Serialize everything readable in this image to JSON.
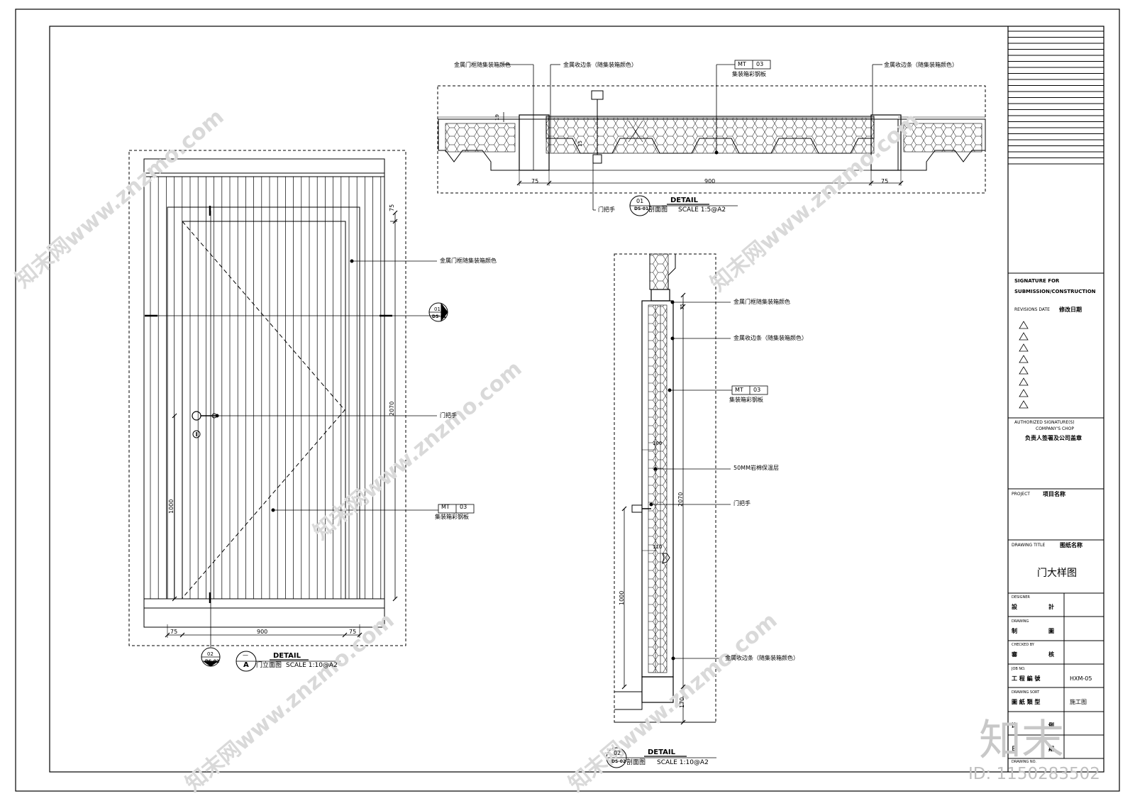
{
  "door_elevation": {
    "callout_metal_frame": "金属门框随集装箱颜色",
    "callout_handle": "门把手",
    "mt_tag": "MT",
    "mt_num": "03",
    "callout_panel": "集装箱彩钢板",
    "dims": {
      "top_offset": "75",
      "height": "2070",
      "handle_height": "1000",
      "left": "75",
      "width": "900",
      "right": "75"
    },
    "section_mark_1": {
      "num": "01",
      "ref": "DS-01"
    },
    "section_mark_2": {
      "num": "02",
      "ref": "DS-02"
    },
    "title_word": "DETAIL",
    "title_bubble_top": "—",
    "title_bubble_bottom": "A",
    "title_name": "门立面图",
    "title_scale": "SCALE 1:10@A2"
  },
  "plan_section": {
    "callout_metal_frame": "金属门框随集装箱颜色",
    "callout_trim_left": "金属收边条（随集装箱颜色）",
    "mt_tag": "MT",
    "mt_num": "03",
    "callout_panel": "集装箱彩钢板",
    "callout_trim_right": "金属收边条（随集装箱颜色）",
    "callout_handle": "门把手",
    "dims": {
      "left": "75",
      "width": "900",
      "right": "75",
      "thick_a": "19",
      "thick_b": "15"
    },
    "title_word": "DETAIL",
    "title_bubble_top": "01",
    "title_bubble_bottom": "DS-01",
    "title_name": "剖面图",
    "title_scale": "SCALE 1:5@A2"
  },
  "vertical_section": {
    "callout_metal_frame": "金属门框随集装箱颜色",
    "callout_trim_top": "金属收边条（随集装箱颜色）",
    "mt_tag": "MT",
    "mt_num": "03",
    "callout_panel": "集装箱彩钢板",
    "callout_insulation": "50MM岩棉保温层",
    "callout_handle": "门把手",
    "callout_trim_bottom": "金属收边条（随集装箱颜色）",
    "dims": {
      "top": "75",
      "height": "2070",
      "handle_height": "1000",
      "bottom": "170",
      "mid_a": "100",
      "mid_b": "110"
    },
    "title_word": "DETAIL",
    "title_bubble_top": "02",
    "title_bubble_bottom": "DS-02",
    "title_name": "剖面图",
    "title_scale": "SCALE 1:10@A2"
  },
  "title_block": {
    "signature_line1": "SIGNATURE FOR",
    "signature_line2": "SUBMISSION/CONSTRUCTION",
    "revisions_en": "REVISIONS DATE",
    "revisions_cn": "修改日期",
    "authorized_en1": "AUTHORIZED SIGNATURE(S)",
    "authorized_en2": "COMPANY'S CHOP",
    "authorized_cn": "负责人签署及公司盖章",
    "project_en": "PROJECT",
    "project_cn": "项目名称",
    "drawing_title_en": "DRAWING TITLE",
    "drawing_title_cn": "图纸名称",
    "drawing_title_value": "门大样图",
    "designer_en": "DESIGNER",
    "designer_cn1": "設",
    "designer_cn2": "計",
    "drawing_en": "DRAWING",
    "drawing_cn1": "制",
    "drawing_cn2": "圖",
    "checked_en": "CHECKED BY",
    "checked_cn1": "審",
    "checked_cn2": "核",
    "job_en": "JOB NO.",
    "job_cn": "工 程 編 號",
    "job_value": "HXM-05",
    "sort_en": "DRAWING SORT",
    "sort_cn": "圖 紙 類 型",
    "sort_value": "施工图",
    "ratio_cn1": "比",
    "ratio_cn2": "例",
    "date_cn1": "日",
    "date_cn2": "期",
    "drawing_no_en": "DRAWING NO."
  },
  "watermark": {
    "site": "知末网www.znzmo.com",
    "brand": "知末",
    "id_label": "ID: 1150283502"
  }
}
